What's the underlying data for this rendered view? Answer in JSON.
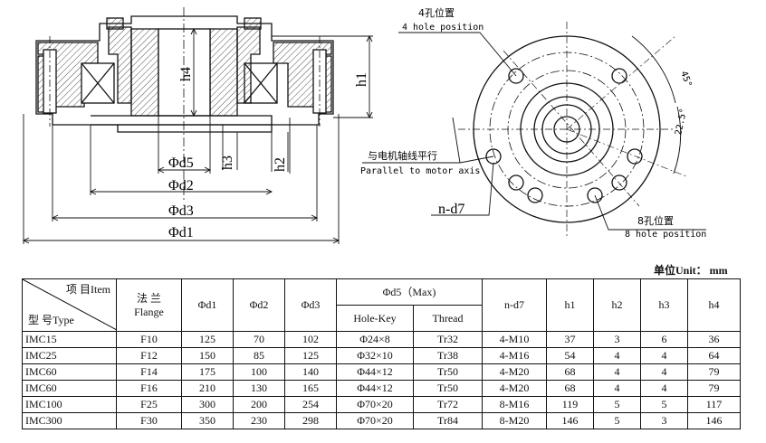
{
  "drawing": {
    "dim_labels": {
      "h4": "h4",
      "h1": "h1",
      "h3": "h3",
      "h2": "h2",
      "d5": "Φd5",
      "d2": "Φd2",
      "d3": "Φd3",
      "d1": "Φd1"
    },
    "hole4_cn": "4孔位置",
    "hole4_en": "4 hole position",
    "parallel_cn": "与电机轴线平行",
    "parallel_en": "Parallel to motor axis",
    "nd7": "n-d7",
    "hole8_cn": "8孔位置",
    "hole8_en": "8 hole position",
    "angle45": "45°",
    "angle22": "22.5°"
  },
  "unit_label": "单位Unit： mm",
  "table": {
    "corner_top": "项 目Item",
    "corner_bottom": "型 号Type",
    "flange_cn": "法 兰",
    "flange_en": "Flange",
    "d1": "Φd1",
    "d2": "Φd2",
    "d3": "Φd3",
    "d5": "Φd5（Max)",
    "hole_key": "Hole-Key",
    "thread": "Thread",
    "nd7": "n-d7",
    "h1": "h1",
    "h2": "h2",
    "h3": "h3",
    "h4": "h4",
    "rows": [
      [
        "IMC15",
        "F10",
        "125",
        "70",
        "102",
        "Φ24×8",
        "Tr32",
        "4-M10",
        "37",
        "3",
        "6",
        "36"
      ],
      [
        "IMC25",
        "F12",
        "150",
        "85",
        "125",
        "Φ32×10",
        "Tr38",
        "4-M16",
        "54",
        "4",
        "4",
        "64"
      ],
      [
        "IMC60",
        "F14",
        "175",
        "100",
        "140",
        "Φ44×12",
        "Tr50",
        "4-M20",
        "68",
        "4",
        "4",
        "79"
      ],
      [
        "IMC60",
        "F16",
        "210",
        "130",
        "165",
        "Φ44×12",
        "Tr50",
        "4-M20",
        "68",
        "4",
        "4",
        "79"
      ],
      [
        "IMC100",
        "F25",
        "300",
        "200",
        "254",
        "Φ70×20",
        "Tr72",
        "8-M16",
        "119",
        "5",
        "5",
        "117"
      ],
      [
        "IMC300",
        "F30",
        "350",
        "230",
        "298",
        "Φ70×20",
        "Tr84",
        "8-M20",
        "146",
        "5",
        "3",
        "146"
      ]
    ]
  }
}
